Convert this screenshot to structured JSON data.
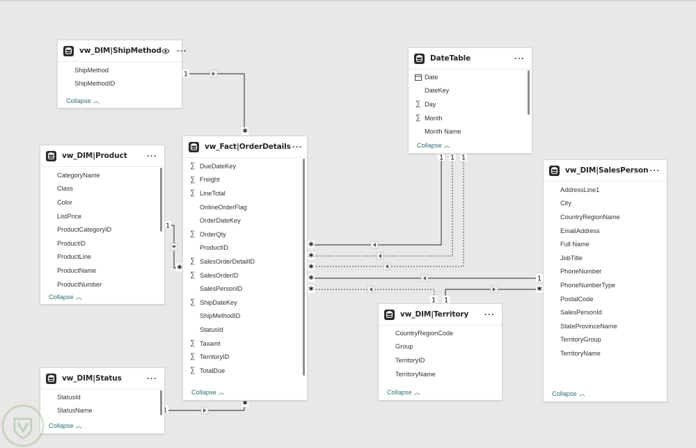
{
  "collapse_label": "Collapse",
  "tables": {
    "shipmethod": {
      "title": "vw_DIM|ShipMethod",
      "fields": [
        {
          "name": "ShipMethod",
          "sum": false
        },
        {
          "name": "ShipMethodID",
          "sum": false
        }
      ]
    },
    "product": {
      "title": "vw_DIM|Product",
      "fields": [
        {
          "name": "CategoryName",
          "sum": false
        },
        {
          "name": "Class",
          "sum": false
        },
        {
          "name": "Color",
          "sum": false
        },
        {
          "name": "ListPrice",
          "sum": false
        },
        {
          "name": "ProductCategoryID",
          "sum": false
        },
        {
          "name": "ProductID",
          "sum": false
        },
        {
          "name": "ProductLine",
          "sum": false
        },
        {
          "name": "ProductName",
          "sum": false
        },
        {
          "name": "ProductNumber",
          "sum": false
        }
      ]
    },
    "status": {
      "title": "vw_DIM|Status",
      "fields": [
        {
          "name": "StatusId",
          "sum": false
        },
        {
          "name": "StatusName",
          "sum": false
        }
      ]
    },
    "orderdetails": {
      "title": "vw_Fact|OrderDetails",
      "fields": [
        {
          "name": "DueDateKey",
          "sum": true
        },
        {
          "name": "Freight",
          "sum": true
        },
        {
          "name": "LineTotal",
          "sum": true
        },
        {
          "name": "OnlineOrderFlag",
          "sum": false
        },
        {
          "name": "OrderDateKey",
          "sum": false
        },
        {
          "name": "OrderQty",
          "sum": true
        },
        {
          "name": "ProductID",
          "sum": false
        },
        {
          "name": "SalesOrderDetailID",
          "sum": true
        },
        {
          "name": "SalesOrderID",
          "sum": true
        },
        {
          "name": "SalesPersonID",
          "sum": false
        },
        {
          "name": "ShipDateKey",
          "sum": true
        },
        {
          "name": "ShipMethodID",
          "sum": false
        },
        {
          "name": "StatusId",
          "sum": false
        },
        {
          "name": "Taxamt",
          "sum": true
        },
        {
          "name": "TerritoryID",
          "sum": true
        },
        {
          "name": "TotalDue",
          "sum": true
        }
      ]
    },
    "datetable": {
      "title": "DateTable",
      "fields": [
        {
          "name": "Date",
          "sum": false,
          "calendar": true
        },
        {
          "name": "DateKey",
          "sum": false
        },
        {
          "name": "Day",
          "sum": true
        },
        {
          "name": "Month",
          "sum": true
        },
        {
          "name": "Month Name",
          "sum": false
        }
      ]
    },
    "territory": {
      "title": "vw_DIM|Territory",
      "fields": [
        {
          "name": "CountryRegionCode",
          "sum": false
        },
        {
          "name": "Group",
          "sum": false
        },
        {
          "name": "TerritoryID",
          "sum": false
        },
        {
          "name": "TerritoryName",
          "sum": false
        }
      ]
    },
    "salesperson": {
      "title": "vw_DIM|SalesPerson",
      "fields": [
        {
          "name": "AddressLine1",
          "sum": false
        },
        {
          "name": "City",
          "sum": false
        },
        {
          "name": "CountryRegionName",
          "sum": false
        },
        {
          "name": "EmailAddress",
          "sum": false
        },
        {
          "name": "Full Name",
          "sum": false
        },
        {
          "name": "JobTitle",
          "sum": false
        },
        {
          "name": "PhoneNumber",
          "sum": false
        },
        {
          "name": "PhoneNumberType",
          "sum": false
        },
        {
          "name": "PostalCode",
          "sum": false
        },
        {
          "name": "SalesPersonId",
          "sum": false
        },
        {
          "name": "StateProvinceName",
          "sum": false
        },
        {
          "name": "TerritoryGroup",
          "sum": false
        },
        {
          "name": "TerritoryName",
          "sum": false
        }
      ]
    }
  },
  "cardinality": {
    "one": "1",
    "many": "*"
  },
  "icons": {
    "table": "database-icon",
    "more": "more-options-icon",
    "eye": "eye-icon",
    "sum": "sigma-icon",
    "calendar": "calendar-icon",
    "arrow": "filter-direction-icon"
  },
  "colors": {
    "canvas": "#e9e8e6",
    "card": "#ffffff",
    "line": "#4a4a4a",
    "collapse": "#2f6f6a"
  }
}
